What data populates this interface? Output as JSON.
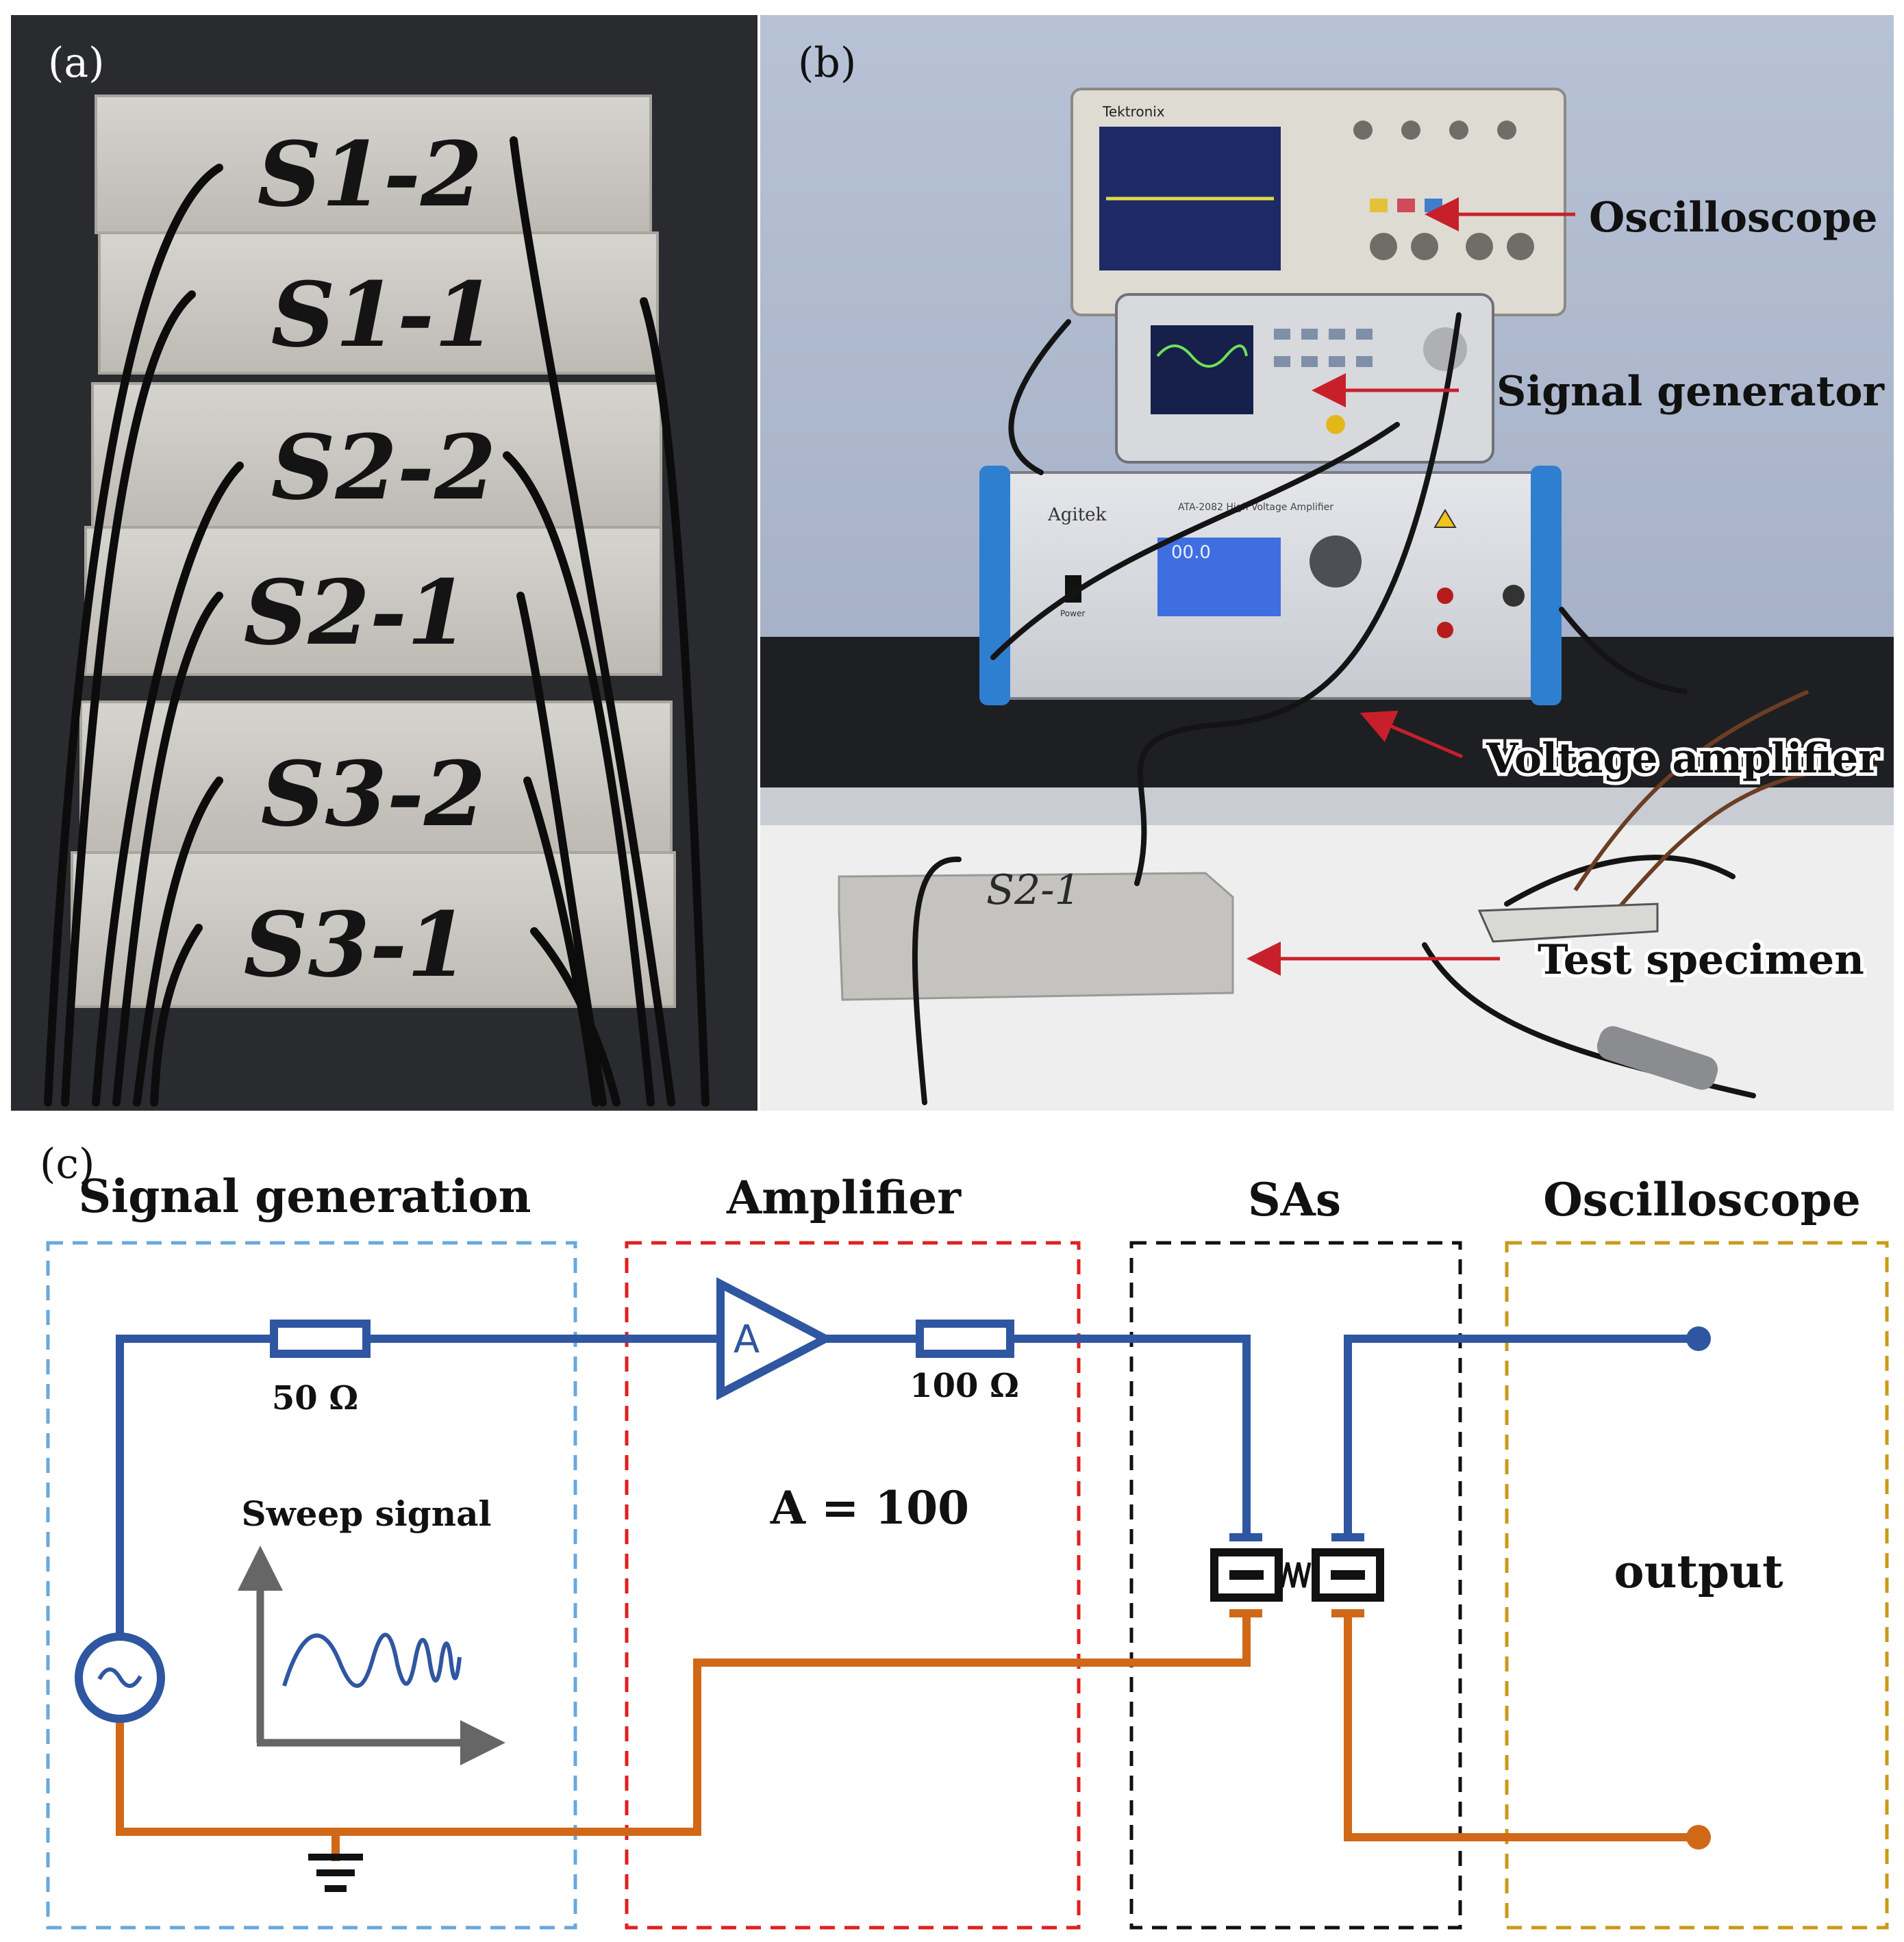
{
  "panel_a": {
    "label": "(a)",
    "specimens": [
      "S1-2",
      "S1-1",
      "S2-2",
      "S2-1",
      "S3-2",
      "S3-1"
    ]
  },
  "panel_b": {
    "label": "(b)",
    "annotations": {
      "oscilloscope": "Oscilloscope",
      "signal_generator": "Signal generator",
      "voltage_amplifier": "Voltage amplifier",
      "test_specimen": "Test specimen"
    },
    "specimen_tag": "S2-1",
    "amplifier_brand": "Agitek",
    "amplifier_model": "ATA-2082 High Voltage Amplifier",
    "amplifier_display": "00.0",
    "scope_brand": "Tektronix",
    "amplifier_power_label": "Power",
    "arrow_color": "#c8202a"
  },
  "panel_c": {
    "label": "(c)",
    "sections": {
      "signal_generation": "Signal generation",
      "amplifier": "Amplifier",
      "sas": "SAs",
      "oscilloscope": "Oscilloscope"
    },
    "resistor_1": "50 Ω",
    "resistor_2": "100 Ω",
    "amp_symbol": "A",
    "gain": "A = 100",
    "sweep_label": "Sweep signal",
    "output_label": "output",
    "colors": {
      "signal_wire": "#2f56a0",
      "ground_wire": "#d06818",
      "signal_box": "#6aa8dc",
      "amplifier_box": "#e02020",
      "sas_box": "#111111",
      "oscilloscope_box": "#c99a1a",
      "axis": "#666666"
    }
  }
}
